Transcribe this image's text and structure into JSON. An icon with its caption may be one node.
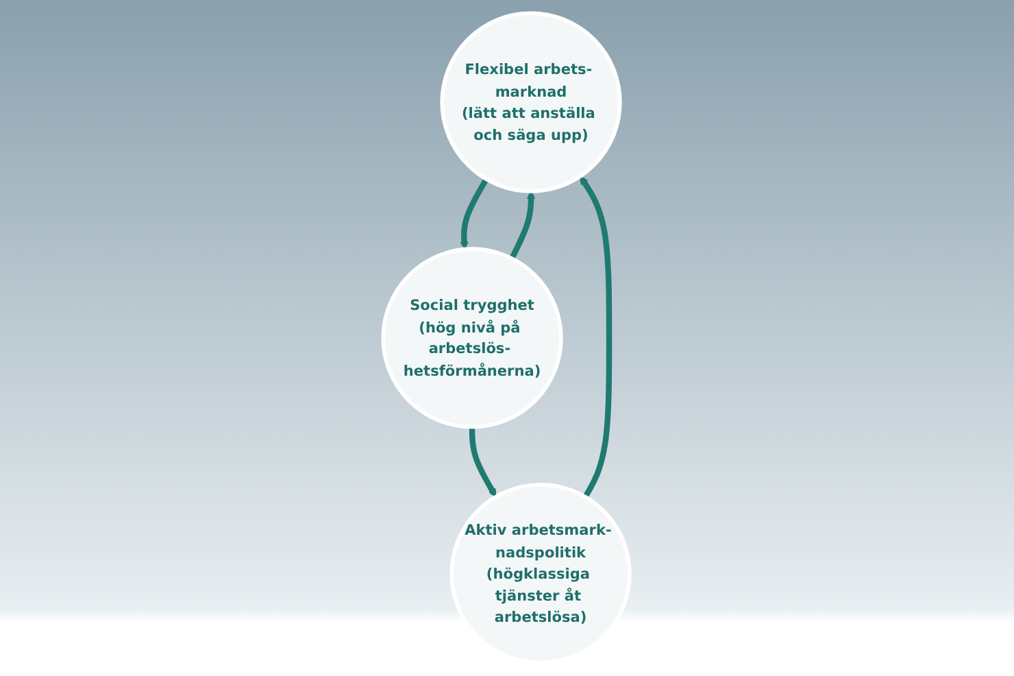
{
  "diagram": {
    "nodes": [
      {
        "text": [
          "Flexibel arbets- marknad",
          "(lätt att anställa och säga upp)"
        ]
      },
      {
        "text": [
          "Social trygghet",
          "(hög nivå på arbetslös- hetsförmånerna)"
        ]
      },
      {
        "text": [
          "Aktiv arbetsmark- nadspolitik",
          "(högklassiga tjänster åt arbetslösa)"
        ]
      }
    ],
    "edges": [
      {
        "from": 0,
        "to": 1,
        "arrow": "to"
      },
      {
        "from": 1,
        "to": 0,
        "arrow": "to"
      },
      {
        "from": 1,
        "to": 2,
        "arrow": "to"
      },
      {
        "from": 2,
        "to": 0,
        "arrow": "to"
      }
    ]
  }
}
